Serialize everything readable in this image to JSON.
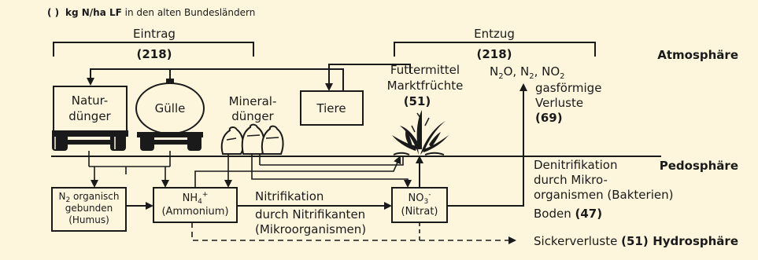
{
  "header": {
    "legend_paren": "( )",
    "legend_unit": "kg N/ha LF",
    "legend_rest": " in den alten Bundesländern"
  },
  "input": {
    "title": "Eintrag",
    "value": "(218)"
  },
  "output": {
    "title": "Entzug",
    "value": "(218)"
  },
  "spheres": {
    "atmo": "Atmosphäre",
    "pedo": "Pedosphäre",
    "hydro": "Hydrosphäre"
  },
  "sources": {
    "natur_1": "Natur-",
    "natur_2": "dünger",
    "guelle": "Gülle",
    "mineral_1": "Mineral-",
    "mineral_2": "dünger",
    "tiere": "Tiere"
  },
  "crops": {
    "line1": "Futtermittel",
    "line2": "Marktfrüchte",
    "value": "(51)"
  },
  "gas": {
    "n2o": "N",
    "n2o_sub": "2",
    "n2o_o": "O, N",
    "n2_sub": "2",
    "no2": ", NO",
    "no2_sub": "2",
    "line1": "gasförmige",
    "line2": "Verluste",
    "value": "(69)"
  },
  "denitrification": {
    "line1": "Denitrifikation",
    "line2": "durch Mikro-",
    "line3": "organismen (Bakterien)"
  },
  "soil": {
    "label": "Boden ",
    "value": "(47)"
  },
  "leaching": {
    "label": "Sickerverluste ",
    "value": "(51)"
  },
  "pools": {
    "humus_n": "N",
    "humus_sub": "2",
    "humus_1": " organisch",
    "humus_2": "gebunden",
    "humus_3": "(Humus)",
    "nh4": "NH",
    "nh4_sub": "4",
    "nh4_sup": "+",
    "ammonium": "(Ammonium)",
    "no3": "NO",
    "no3_sub": "3",
    "no3_sup": "-",
    "nitrat": "(Nitrat)"
  },
  "process": {
    "nitrifikation": "Nitrifikation",
    "durch_1": "durch Nitrifikanten",
    "durch_2": "(Mikroorganismen)"
  }
}
